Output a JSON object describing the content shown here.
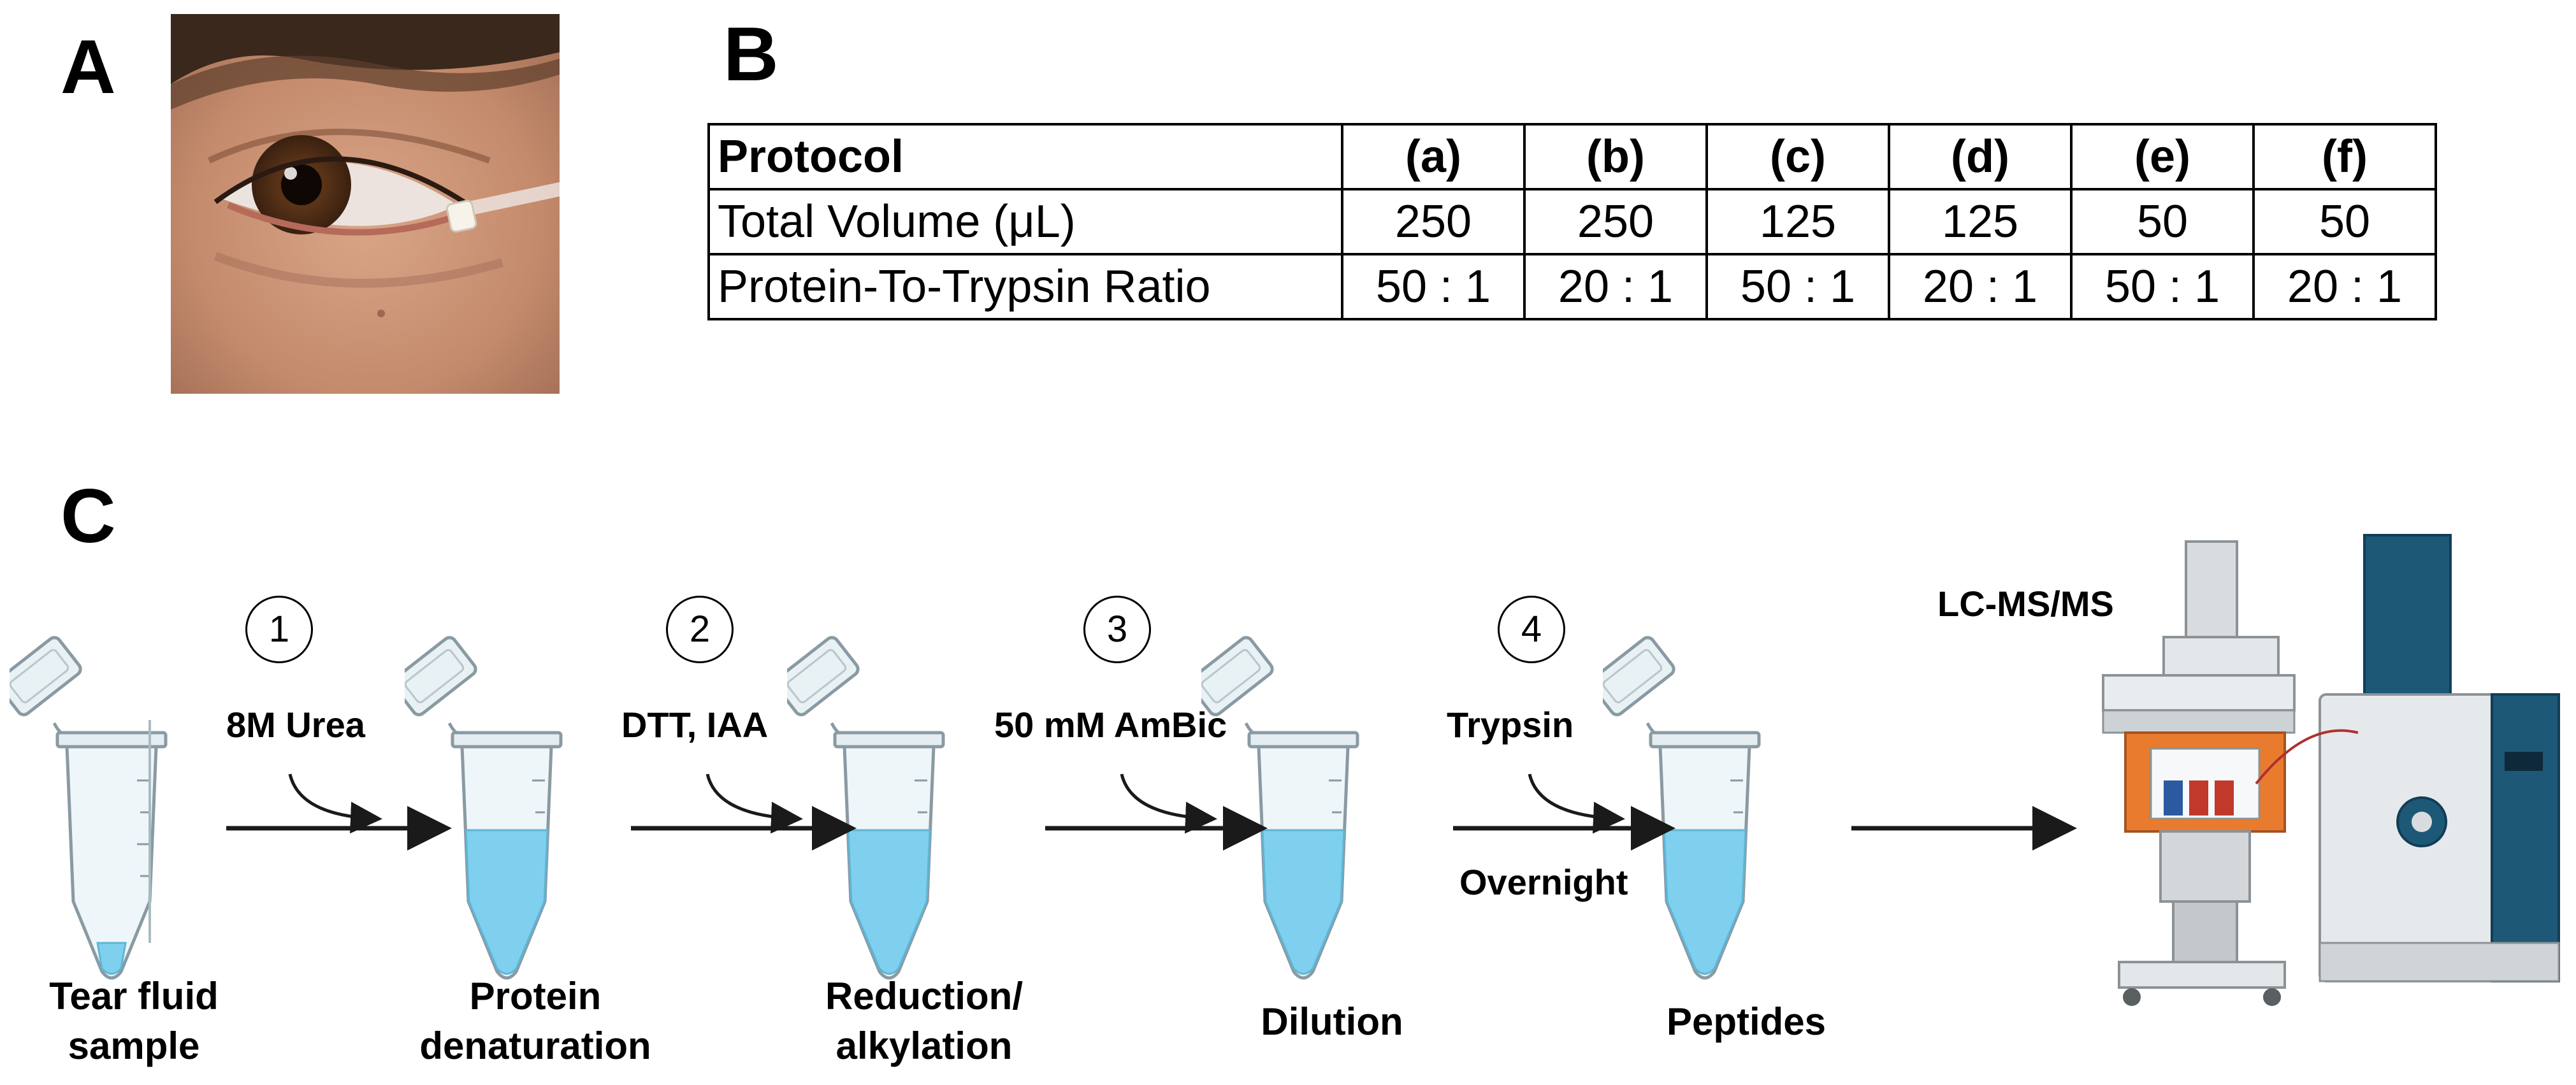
{
  "panel_letters": {
    "a": "A",
    "b": "B",
    "c": "C"
  },
  "table": {
    "header": [
      "Protocol",
      "(a)",
      "(b)",
      "(c)",
      "(d)",
      "(e)",
      "(f)"
    ],
    "rows": [
      [
        "Total Volume (μL)",
        "250",
        "250",
        "125",
        "125",
        "50",
        "50"
      ],
      [
        "Protein-To-Trypsin Ratio",
        "50 : 1",
        "20 : 1",
        "50 : 1",
        "20 : 1",
        "50 : 1",
        "20 : 1"
      ]
    ]
  },
  "workflow": {
    "tubes": [
      {
        "label_line1": "Tear fluid",
        "label_line2": "sample"
      },
      {
        "label_line1": "Protein",
        "label_line2": "denaturation"
      },
      {
        "label_line1": "Reduction/",
        "label_line2": "alkylation"
      },
      {
        "label_line1": "Dilution",
        "label_line2": ""
      },
      {
        "label_line1": "Peptides",
        "label_line2": ""
      }
    ],
    "steps": [
      {
        "number": "1",
        "reagent": "8M Urea",
        "note": ""
      },
      {
        "number": "2",
        "reagent": "DTT, IAA",
        "note": ""
      },
      {
        "number": "3",
        "reagent": "50 mM AmBic",
        "note": ""
      },
      {
        "number": "4",
        "reagent": "Trypsin",
        "note": "Overnight"
      }
    ],
    "instrument_label": "LC-MS/MS"
  },
  "colors": {
    "liquid": "#7fd0ef",
    "tube_fill": "#e8f4f8",
    "tube_stroke": "#8a9aa3",
    "instrument_blue": "#1d5877",
    "instrument_orange": "#e97b2e",
    "instrument_grey": "#d9dcde"
  }
}
